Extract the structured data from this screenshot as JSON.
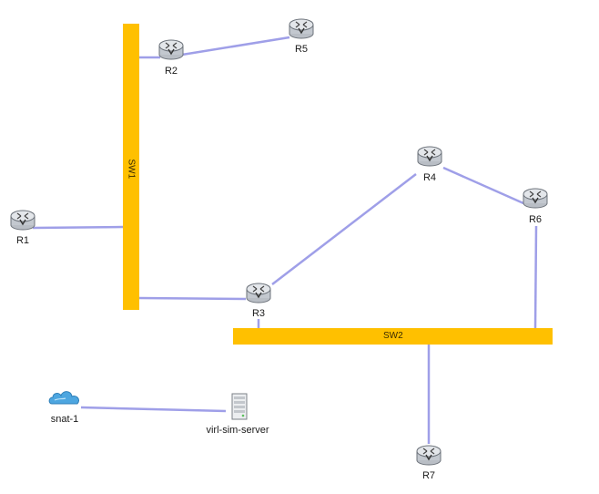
{
  "colors": {
    "link": "#9f9fe8",
    "switch": "#ffc000",
    "router_top": "#e3e6ea",
    "router_side": "#b9bec5",
    "router_edge": "#6d737b",
    "cloud": "#4da6e0"
  },
  "switches": {
    "sw1": {
      "label": "SW1",
      "orientation": "vertical"
    },
    "sw2": {
      "label": "SW2",
      "orientation": "horizontal"
    }
  },
  "routers": {
    "r1": {
      "label": "R1",
      "icon": "router-icon"
    },
    "r2": {
      "label": "R2",
      "icon": "router-icon"
    },
    "r3": {
      "label": "R3",
      "icon": "router-icon"
    },
    "r4": {
      "label": "R4",
      "icon": "router-icon"
    },
    "r5": {
      "label": "R5",
      "icon": "router-icon"
    },
    "r6": {
      "label": "R6",
      "icon": "router-icon"
    },
    "r7": {
      "label": "R7",
      "icon": "router-icon"
    }
  },
  "others": {
    "snat": {
      "label": "snat-1",
      "icon": "cloud-icon"
    },
    "server": {
      "label": "virl-sim-server",
      "icon": "server-icon"
    }
  },
  "links": [
    [
      "SW1",
      "R2"
    ],
    [
      "R2",
      "R5"
    ],
    [
      "SW1",
      "R1"
    ],
    [
      "SW1",
      "R3"
    ],
    [
      "R3",
      "R4"
    ],
    [
      "R4",
      "R6"
    ],
    [
      "R6",
      "SW2"
    ],
    [
      "R3",
      "SW2"
    ],
    [
      "SW2",
      "R7"
    ],
    [
      "snat-1",
      "virl-sim-server"
    ]
  ]
}
